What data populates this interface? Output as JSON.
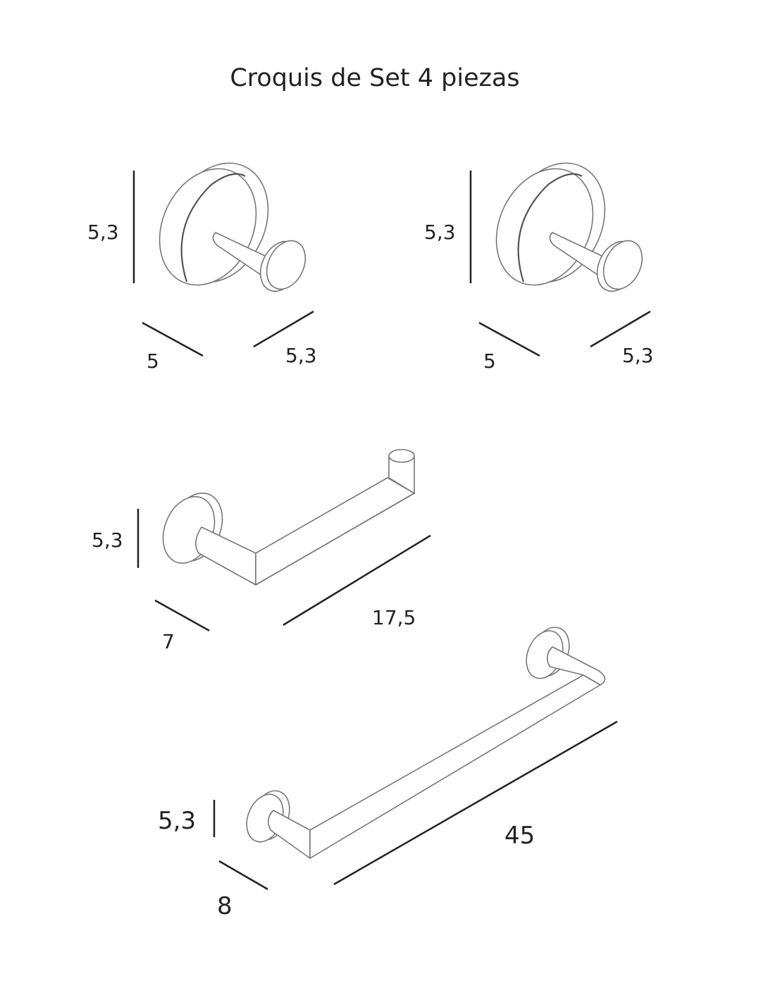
{
  "title": "Croquis de Set 4 piezas",
  "items": [
    {
      "name": "robe-hook-1",
      "height": "5,3",
      "width": "5",
      "depth": "5,3"
    },
    {
      "name": "robe-hook-2",
      "height": "5,3",
      "width": "5",
      "depth": "5,3"
    },
    {
      "name": "paper-holder",
      "height": "5,3",
      "depth": "7",
      "length": "17,5"
    },
    {
      "name": "towel-bar",
      "height": "5,3",
      "depth": "8",
      "length": "45"
    }
  ]
}
